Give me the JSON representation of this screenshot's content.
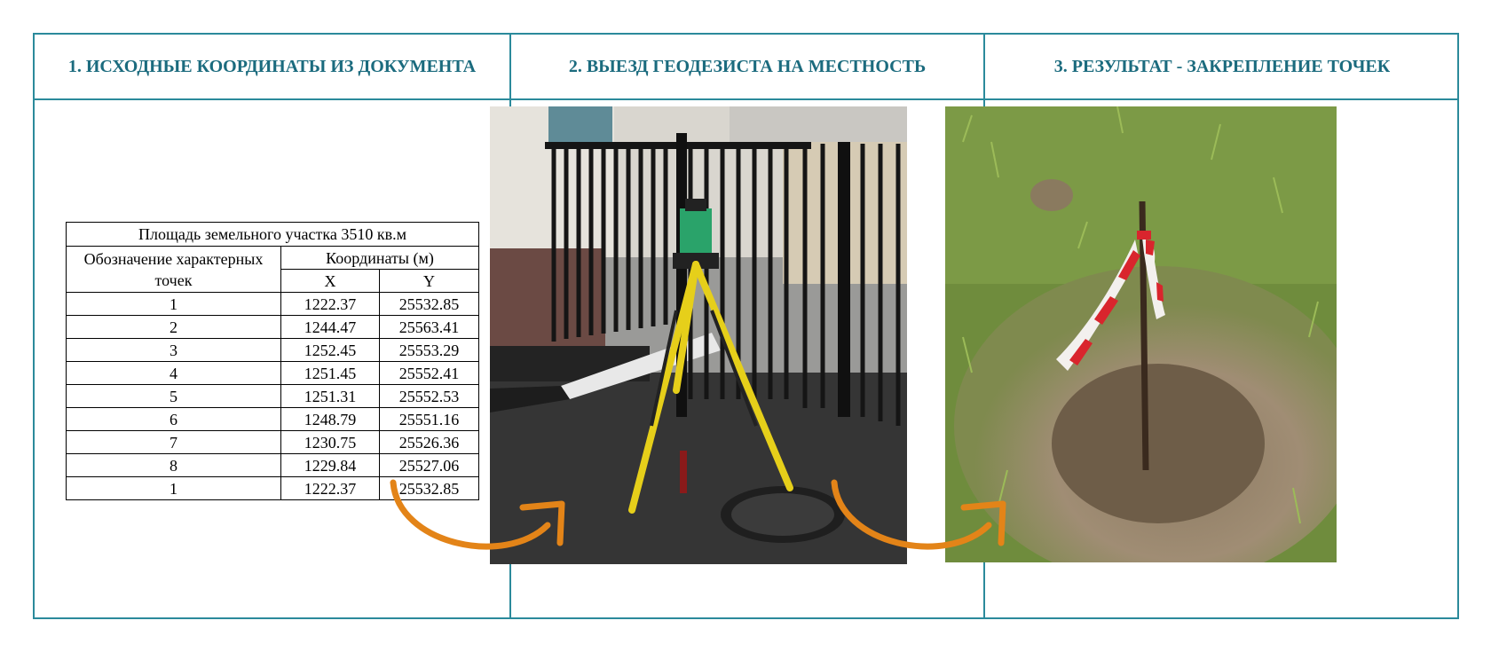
{
  "columns": [
    {
      "heading": "1. ИСХОДНЫЕ КООРДИНАТЫ ИЗ ДОКУМЕНТА"
    },
    {
      "heading": "2. ВЫЕЗД ГЕОДЕЗИСТА НА МЕСТНОСТЬ"
    },
    {
      "heading": "3. РЕЗУЛЬТАТ - ЗАКРЕПЛЕНИЕ ТОЧЕК"
    }
  ],
  "coord_table": {
    "title": "Площадь земельного участка 3510 кв.м",
    "point_header": "Обозначение характерных точек",
    "coords_header": "Координаты (м)",
    "x_header": "X",
    "y_header": "Y",
    "rows": [
      {
        "point": "1",
        "x": "1222.37",
        "y": "25532.85"
      },
      {
        "point": "2",
        "x": "1244.47",
        "y": "25563.41"
      },
      {
        "point": "3",
        "x": "1252.45",
        "y": "25553.29"
      },
      {
        "point": "4",
        "x": "1251.45",
        "y": "25552.41"
      },
      {
        "point": "5",
        "x": "1251.31",
        "y": "25552.53"
      },
      {
        "point": "6",
        "x": "1248.79",
        "y": "25551.16"
      },
      {
        "point": "7",
        "x": "1230.75",
        "y": "25526.36"
      },
      {
        "point": "8",
        "x": "1229.84",
        "y": "25527.06"
      },
      {
        "point": "1",
        "x": "1222.37",
        "y": "25532.85"
      }
    ]
  },
  "colors": {
    "border": "#2b8a9b",
    "heading_text": "#1b6b7e",
    "arrow": "#e38418"
  },
  "icons": [
    "curved-arrow-icon"
  ]
}
